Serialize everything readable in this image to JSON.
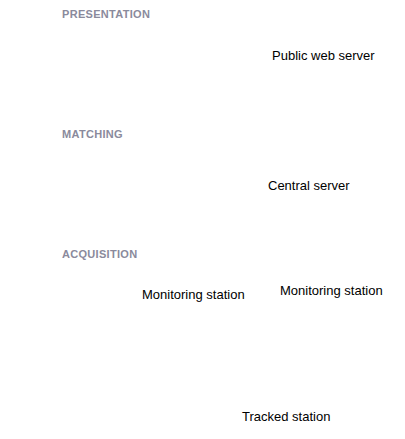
{
  "diagram": {
    "nodes": [
      {
        "text": [
          "PRESENTATION"
        ]
      },
      {
        "text": [
          "MATCHING"
        ]
      },
      {
        "text": [
          "ACQUISITION"
        ]
      },
      {
        "text": [
          "Public web server"
        ],
        "in": 0
      },
      {
        "text": [
          "Central server"
        ],
        "in": 1
      },
      {
        "text": [
          "Monitoring station"
        ],
        "in": 2
      },
      {
        "text": [
          "Monitoring station"
        ],
        "in": 2
      },
      {
        "text": [
          "Tracked station"
        ],
        "in": 2
      }
    ],
    "edges": [
      {
        "from": 3,
        "to": 4,
        "arrow": "none"
      },
      {
        "from": 4,
        "to": 5,
        "arrow": "none"
      },
      {
        "from": 4,
        "to": 6,
        "arrow": "none"
      },
      {
        "from": 5,
        "to": 7,
        "arrow": "none"
      }
    ]
  }
}
